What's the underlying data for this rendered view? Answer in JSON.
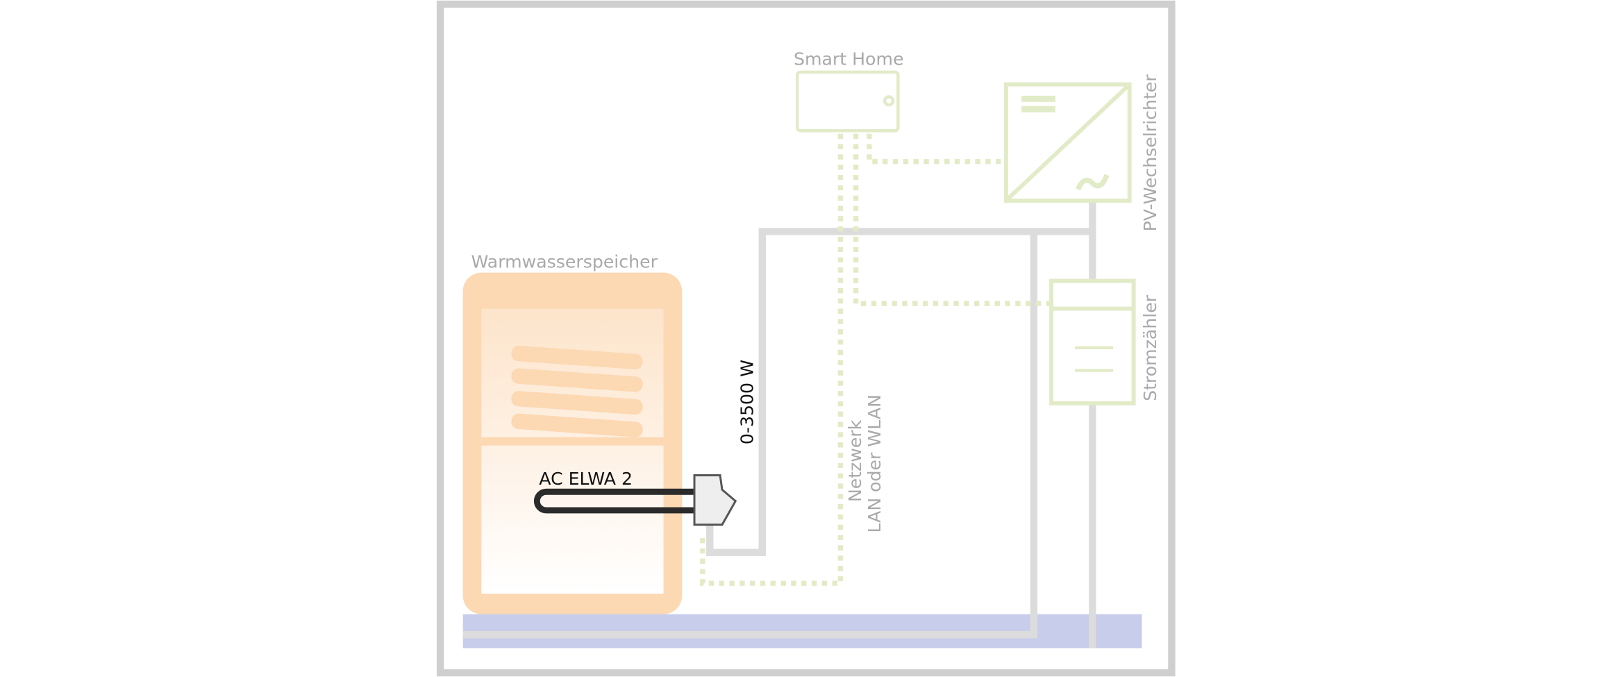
{
  "labels": {
    "smart_home": "Smart Home",
    "inverter": "PV-Wechselrichter",
    "meter": "Stromzähler",
    "tank": "Warmwasserspeicher",
    "device": "AC ELWA 2",
    "power_range": "0-3500 W",
    "network_line1": "Netzwerk",
    "network_line2": "LAN oder WLAN"
  },
  "colors": {
    "frame": "#cfcfcf",
    "cable": "#dcdcdc",
    "network_dots": "#e3ebc6",
    "device_outline": "#e2ebc8",
    "tank": "#fcd8b3",
    "grid_band": "#c7cdea",
    "heater_rod": "#2b2b2b"
  },
  "icons": [
    "tablet-icon",
    "inverter-icon",
    "electricity-meter-icon",
    "heating-rod-icon"
  ]
}
